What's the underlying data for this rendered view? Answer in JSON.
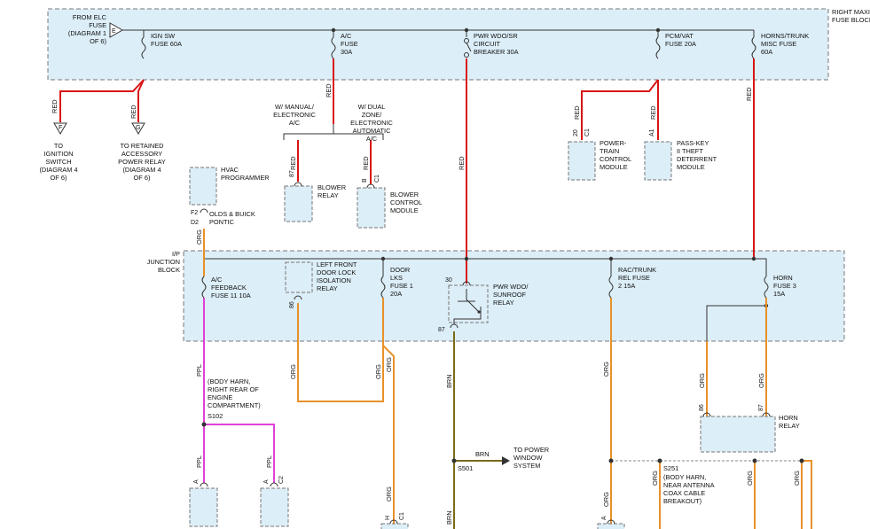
{
  "colors": {
    "red": "#d81414",
    "orange": "#e8912a",
    "purple": "#e040d8",
    "brown": "#7a6a1c",
    "box_fill": "#dceef7",
    "box_stroke": "#777777",
    "bus": "#333333"
  },
  "blocks": {
    "fuse_block": "RIGHT MAXI FUSE BLOCK",
    "junction": "I/P JUNCTION BLOCK"
  },
  "top_fuses": {
    "from_elc": "FROM ELC FUSE (DIAGRAM 1 OF 6)",
    "ign_sw": "IGN SW FUSE 60A",
    "ac": "A/C FUSE 30A",
    "pwr_wdo": "PWR WDO/SR CIRCUIT BREAKER 30A",
    "pcm": "PCM/VAT FUSE 20A",
    "horns": "HORNS/TRUNK MISC FUSE 60A"
  },
  "pins": {
    "e": "E",
    "f": "F",
    "g": "G",
    "p87a": "87",
    "b": "B",
    "c1a": "C1",
    "p20": "20",
    "c1b": "C1",
    "a1": "A1",
    "f2": "F2",
    "d2": "D2",
    "p86a": "86",
    "p30": "30",
    "p87b": "87",
    "p86b": "86",
    "p87c": "87",
    "a_l": "A",
    "c2": "C2",
    "h": "H",
    "c1c": "C1",
    "a_r": "A"
  },
  "components": {
    "to_ignition": "TO IGNITION SWITCH (DIAGRAM 4 OF 6)",
    "to_retained": "TO RETAINED ACCESSORY POWER RELAY (DIAGRAM 4 OF 6)",
    "manual_ac": "W/ MANUAL/ ELECTRONIC A/C",
    "dual_zone": "W/ DUAL ZONE/ ELECTRONIC AUTOMATIC A/C",
    "blower_relay": "BLOWER RELAY",
    "blower_module": "BLOWER CONTROL MODULE",
    "pcm_module": "POWER- TRAIN CONTROL MODULE",
    "passkey": "PASS-KEY II THEFT DETERRENT MODULE",
    "hvac": "HVAC PROGRAMMER",
    "olds": "OLDS & BUICK PONTIC",
    "ac_feedback": "A/C FEEDBACK FUSE 11 10A",
    "left_front": "LEFT FRONT DOOR LOCK ISOLATION RELAY",
    "door_lks": "DOOR LKS FUSE 1 20A",
    "pwr_sunroof": "PWR WDO/ SUNROOF RELAY",
    "rac_trunk": "RAC/TRUNK REL FUSE 2 15A",
    "horn_fuse": "HORN FUSE 3 15A",
    "horn_relay": "HORN RELAY",
    "body_harn_rear": "(BODY HARN, RIGHT REAR OF ENGINE COMPARTMENT)",
    "s102": "S102",
    "s501": "S501",
    "to_power_window": "TO POWER WINDOW SYSTEM",
    "s251": "S251",
    "body_harn_antenna": "(BODY HARN, NEAR ANTENNA COAX CABLE BREAKOUT)"
  },
  "wires": {
    "red": "RED",
    "org": "ORG",
    "ppl": "PPL",
    "brn": "BRN"
  }
}
